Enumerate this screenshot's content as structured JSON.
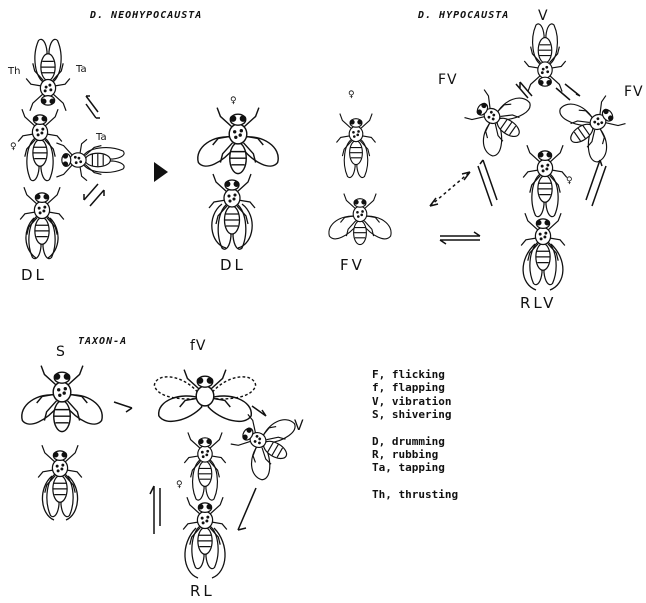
{
  "titles": {
    "neohypocausta": "D. NEOHYPOCAUSTA",
    "hypocausta": "D. HYPOCAUSTA",
    "taxon_a": "TAXON-A"
  },
  "labels": {
    "dl_left": "DL",
    "dl_mid": "DL",
    "fv": "FV",
    "rlv": "RLV",
    "th": "Th",
    "ta_top": "Ta",
    "ta_mid": "Ta",
    "v_top": "V",
    "fv_left": "FV",
    "fv_right": "FV",
    "s": "S",
    "fv_small": "fV",
    "v_right": "V",
    "rl": "RL"
  },
  "female_symbol": "♀",
  "legend": {
    "group1": [
      "F, flicking",
      "f, flapping",
      "V, vibration",
      "S, shivering"
    ],
    "group2": [
      "D, drumming",
      "R, rubbing",
      "Ta, tapping"
    ],
    "group3": [
      "Th, thrusting"
    ]
  }
}
